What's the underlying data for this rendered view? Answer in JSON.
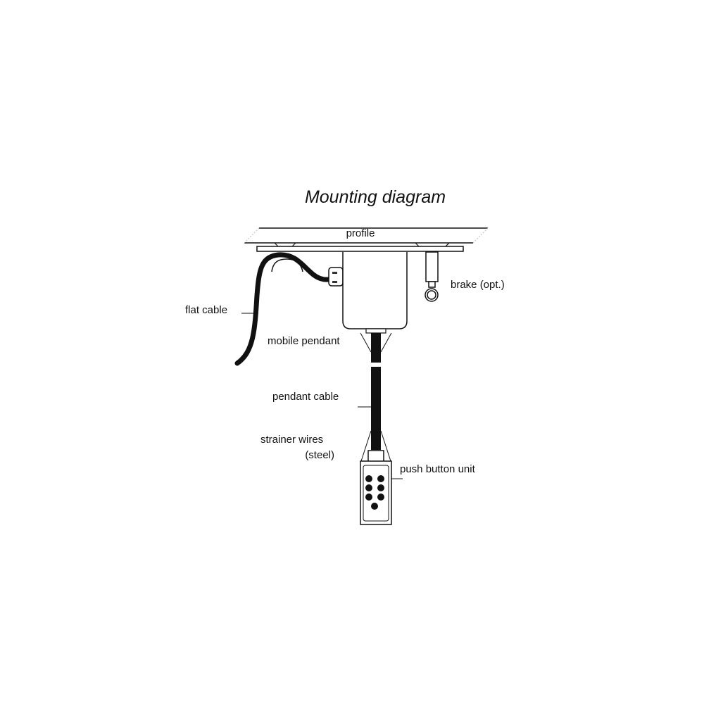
{
  "title": "Mounting diagram",
  "labels": {
    "profile": "profile",
    "flat_cable": "flat cable",
    "brake": "brake (opt.)",
    "mobile_pendant": "mobile pendant",
    "pendant_cable": "pendant cable",
    "strainer_wires": "strainer wires",
    "strainer_wires_note": "(steel)",
    "push_button_unit": "push button unit"
  },
  "push_button_count": 7
}
